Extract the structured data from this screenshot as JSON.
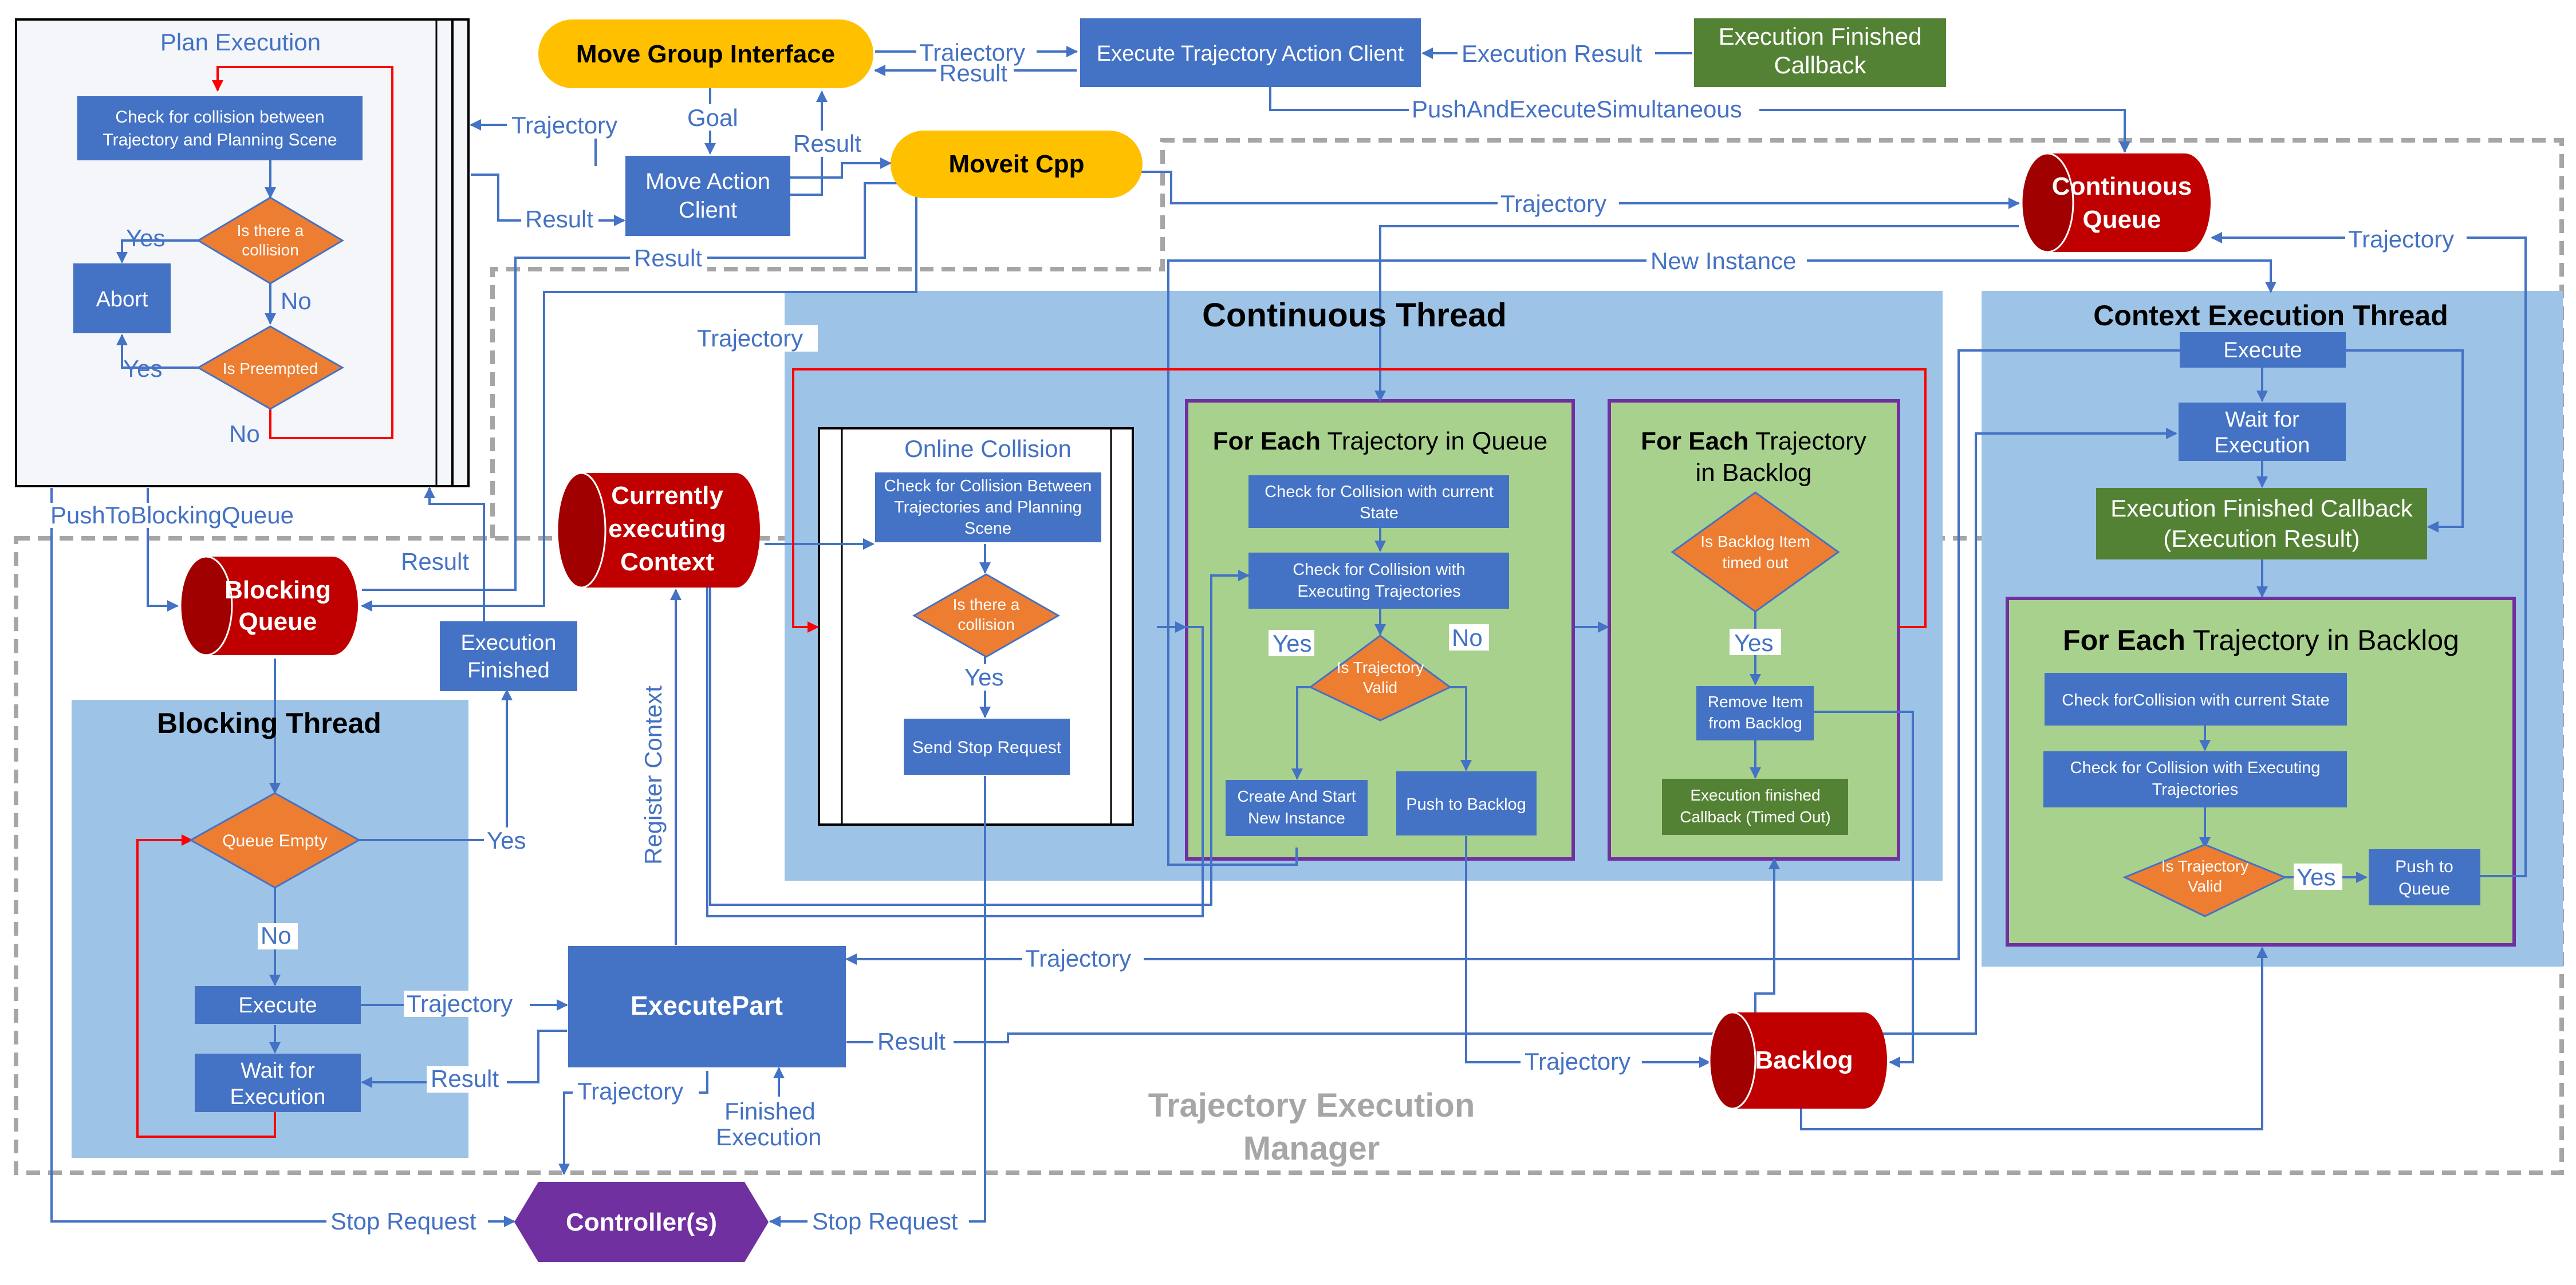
{
  "colors": {
    "blue": "#4472C4",
    "region_blue": "#9DC3E6",
    "green_region": "#A9D18E",
    "green_box": "#548235",
    "orange": "#ED7D31",
    "yellow": "#FFC000",
    "red": "#C00000",
    "purple": "#7030A0",
    "grey": "#A6A6A6"
  },
  "panels": {
    "plan_execution": "Plan Execution",
    "online_collision": "Online Collision",
    "continuous_thread": "Continuous Thread",
    "context_execution_thread": "Context Execution Thread",
    "blocking_thread": "Blocking Thread",
    "manager_line1": "Trajectory Execution",
    "manager_line2": "Manager"
  },
  "foreach": {
    "bold": "For Each",
    "queue_rest": " Trajectory in Queue",
    "backlog_rest1": " Trajectory",
    "backlog_rest2": "in Backlog",
    "ctx_rest": " Trajectory in Backlog"
  },
  "nodes": {
    "move_group": "Move Group Interface",
    "exec_action_client": "Execute Trajectory Action Client",
    "exec_finished_cb_1": "Execution Finished",
    "exec_finished_cb_2": "Callback",
    "moveit_cpp": "Moveit Cpp",
    "move_action_client_1": "Move Action",
    "move_action_client_2": "Client",
    "continuous_queue_1": "Continuous",
    "continuous_queue_2": "Queue",
    "plan_check_1": "Check for collision between",
    "plan_check_2": "Trajectory and Planning Scene",
    "plan_collision_1": "Is there a",
    "plan_collision_2": "collision",
    "plan_abort": "Abort",
    "plan_preempted": "Is Preempted",
    "blocking_queue_1": "Blocking",
    "blocking_queue_2": "Queue",
    "currently_ctx_1": "Currently",
    "currently_ctx_2": "executing",
    "currently_ctx_3": "Context",
    "exec_finished_1": "Execution",
    "exec_finished_2": "Finished",
    "oc_check_1": "Check for Collision Between",
    "oc_check_2": "Trajectories and Planning",
    "oc_check_3": "Scene",
    "oc_collision_1": "Is there a",
    "oc_collision_2": "collision",
    "oc_stop": "Send Stop Request",
    "q_check_state_1": "Check for Collision with current",
    "q_check_state_2": "State",
    "q_check_exec_1": "Check for Collision with",
    "q_check_exec_2": "Executing Trajectories",
    "q_valid_1": "Is Trajectory",
    "q_valid_2": "Valid",
    "q_create_1": "Create And Start",
    "q_create_2": "New Instance",
    "q_push_backlog": "Push to Backlog",
    "b_timeout_1": "Is Backlog Item",
    "b_timeout_2": "timed out",
    "b_remove_1": "Remove Item",
    "b_remove_2": "from Backlog",
    "b_cb_1": "Execution finished",
    "b_cb_2": "Callback (Timed Out)",
    "c_execute": "Execute",
    "c_wait_1": "Wait for",
    "c_wait_2": "Execution",
    "c_cb_1": "Execution Finished Callback",
    "c_cb_2": "(Execution Result)",
    "c_check_state": "Check  forCollision with current State",
    "c_check_exec_1": "Check for Collision with Executing",
    "c_check_exec_2": "Trajectories",
    "c_valid_1": "Is Trajectory",
    "c_valid_2": "Valid",
    "c_push_queue_1": "Push to",
    "c_push_queue_2": "Queue",
    "bt_queue_empty": "Queue Empty",
    "bt_execute": "Execute",
    "bt_wait_1": "Wait for",
    "bt_wait_2": "Execution",
    "execute_part": "ExecutePart",
    "backlog": "Backlog",
    "controllers": "Controller(s)"
  },
  "edges": {
    "trajectory": "Trajectory",
    "result": "Result",
    "goal": "Goal",
    "execution_result": "Execution Result",
    "push_and_execute": "PushAndExecuteSimultaneous",
    "new_instance": "New Instance",
    "yes": "Yes",
    "no": "No",
    "push_to_blocking": "PushToBlockingQueue",
    "register_context": "Register Context",
    "finished_execution_1": "Finished",
    "finished_execution_2": "Execution",
    "stop_request": "Stop Request"
  }
}
